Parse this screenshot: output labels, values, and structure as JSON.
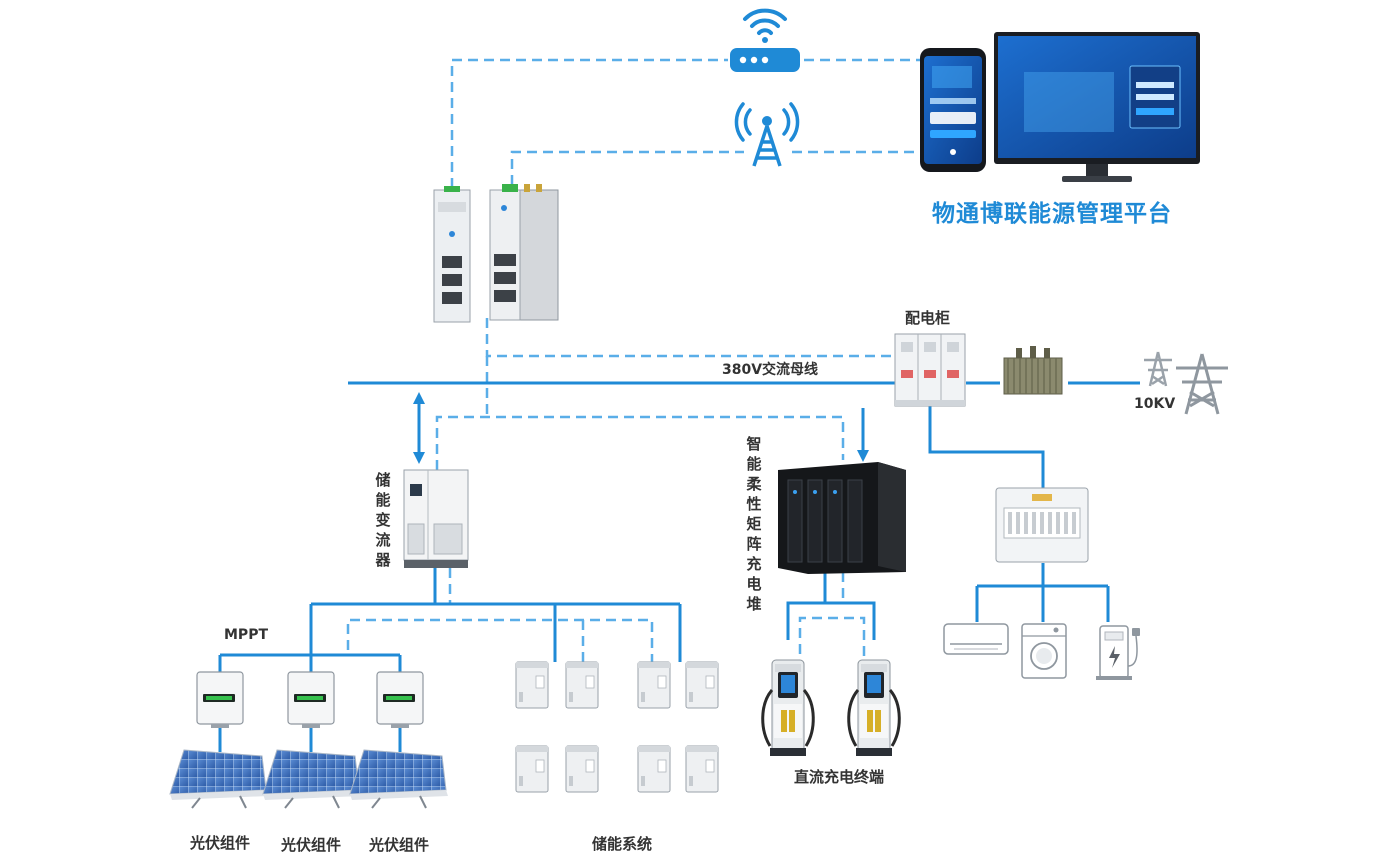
{
  "platform": {
    "name": "物通博联能源管理平台"
  },
  "grid": {
    "busbar_label": "380V交流母线",
    "cabinet_label": "配电柜",
    "hv_label": "10KV"
  },
  "devices": {
    "pcs_label": "储能变流器",
    "charging_stack_label": "智能柔性矩阵充电堆",
    "dc_terminal_label": "直流充电终端",
    "mppt_label": "MPPT",
    "storage_label": "储能系统",
    "pv_labels": [
      "光伏组件",
      "光伏组件",
      "光伏组件"
    ]
  },
  "colors": {
    "line": "#1f8ad6",
    "dashed": "#5aaee8",
    "accent": "#1f8ad6"
  },
  "icons": [
    "router-icon",
    "antenna-tower-icon",
    "phone-icon",
    "monitor-icon",
    "gateway-icon",
    "transformer-icon",
    "power-tower-icon",
    "breaker-box-icon",
    "air-conditioner-icon",
    "washing-machine-icon",
    "ev-charger-icon"
  ]
}
